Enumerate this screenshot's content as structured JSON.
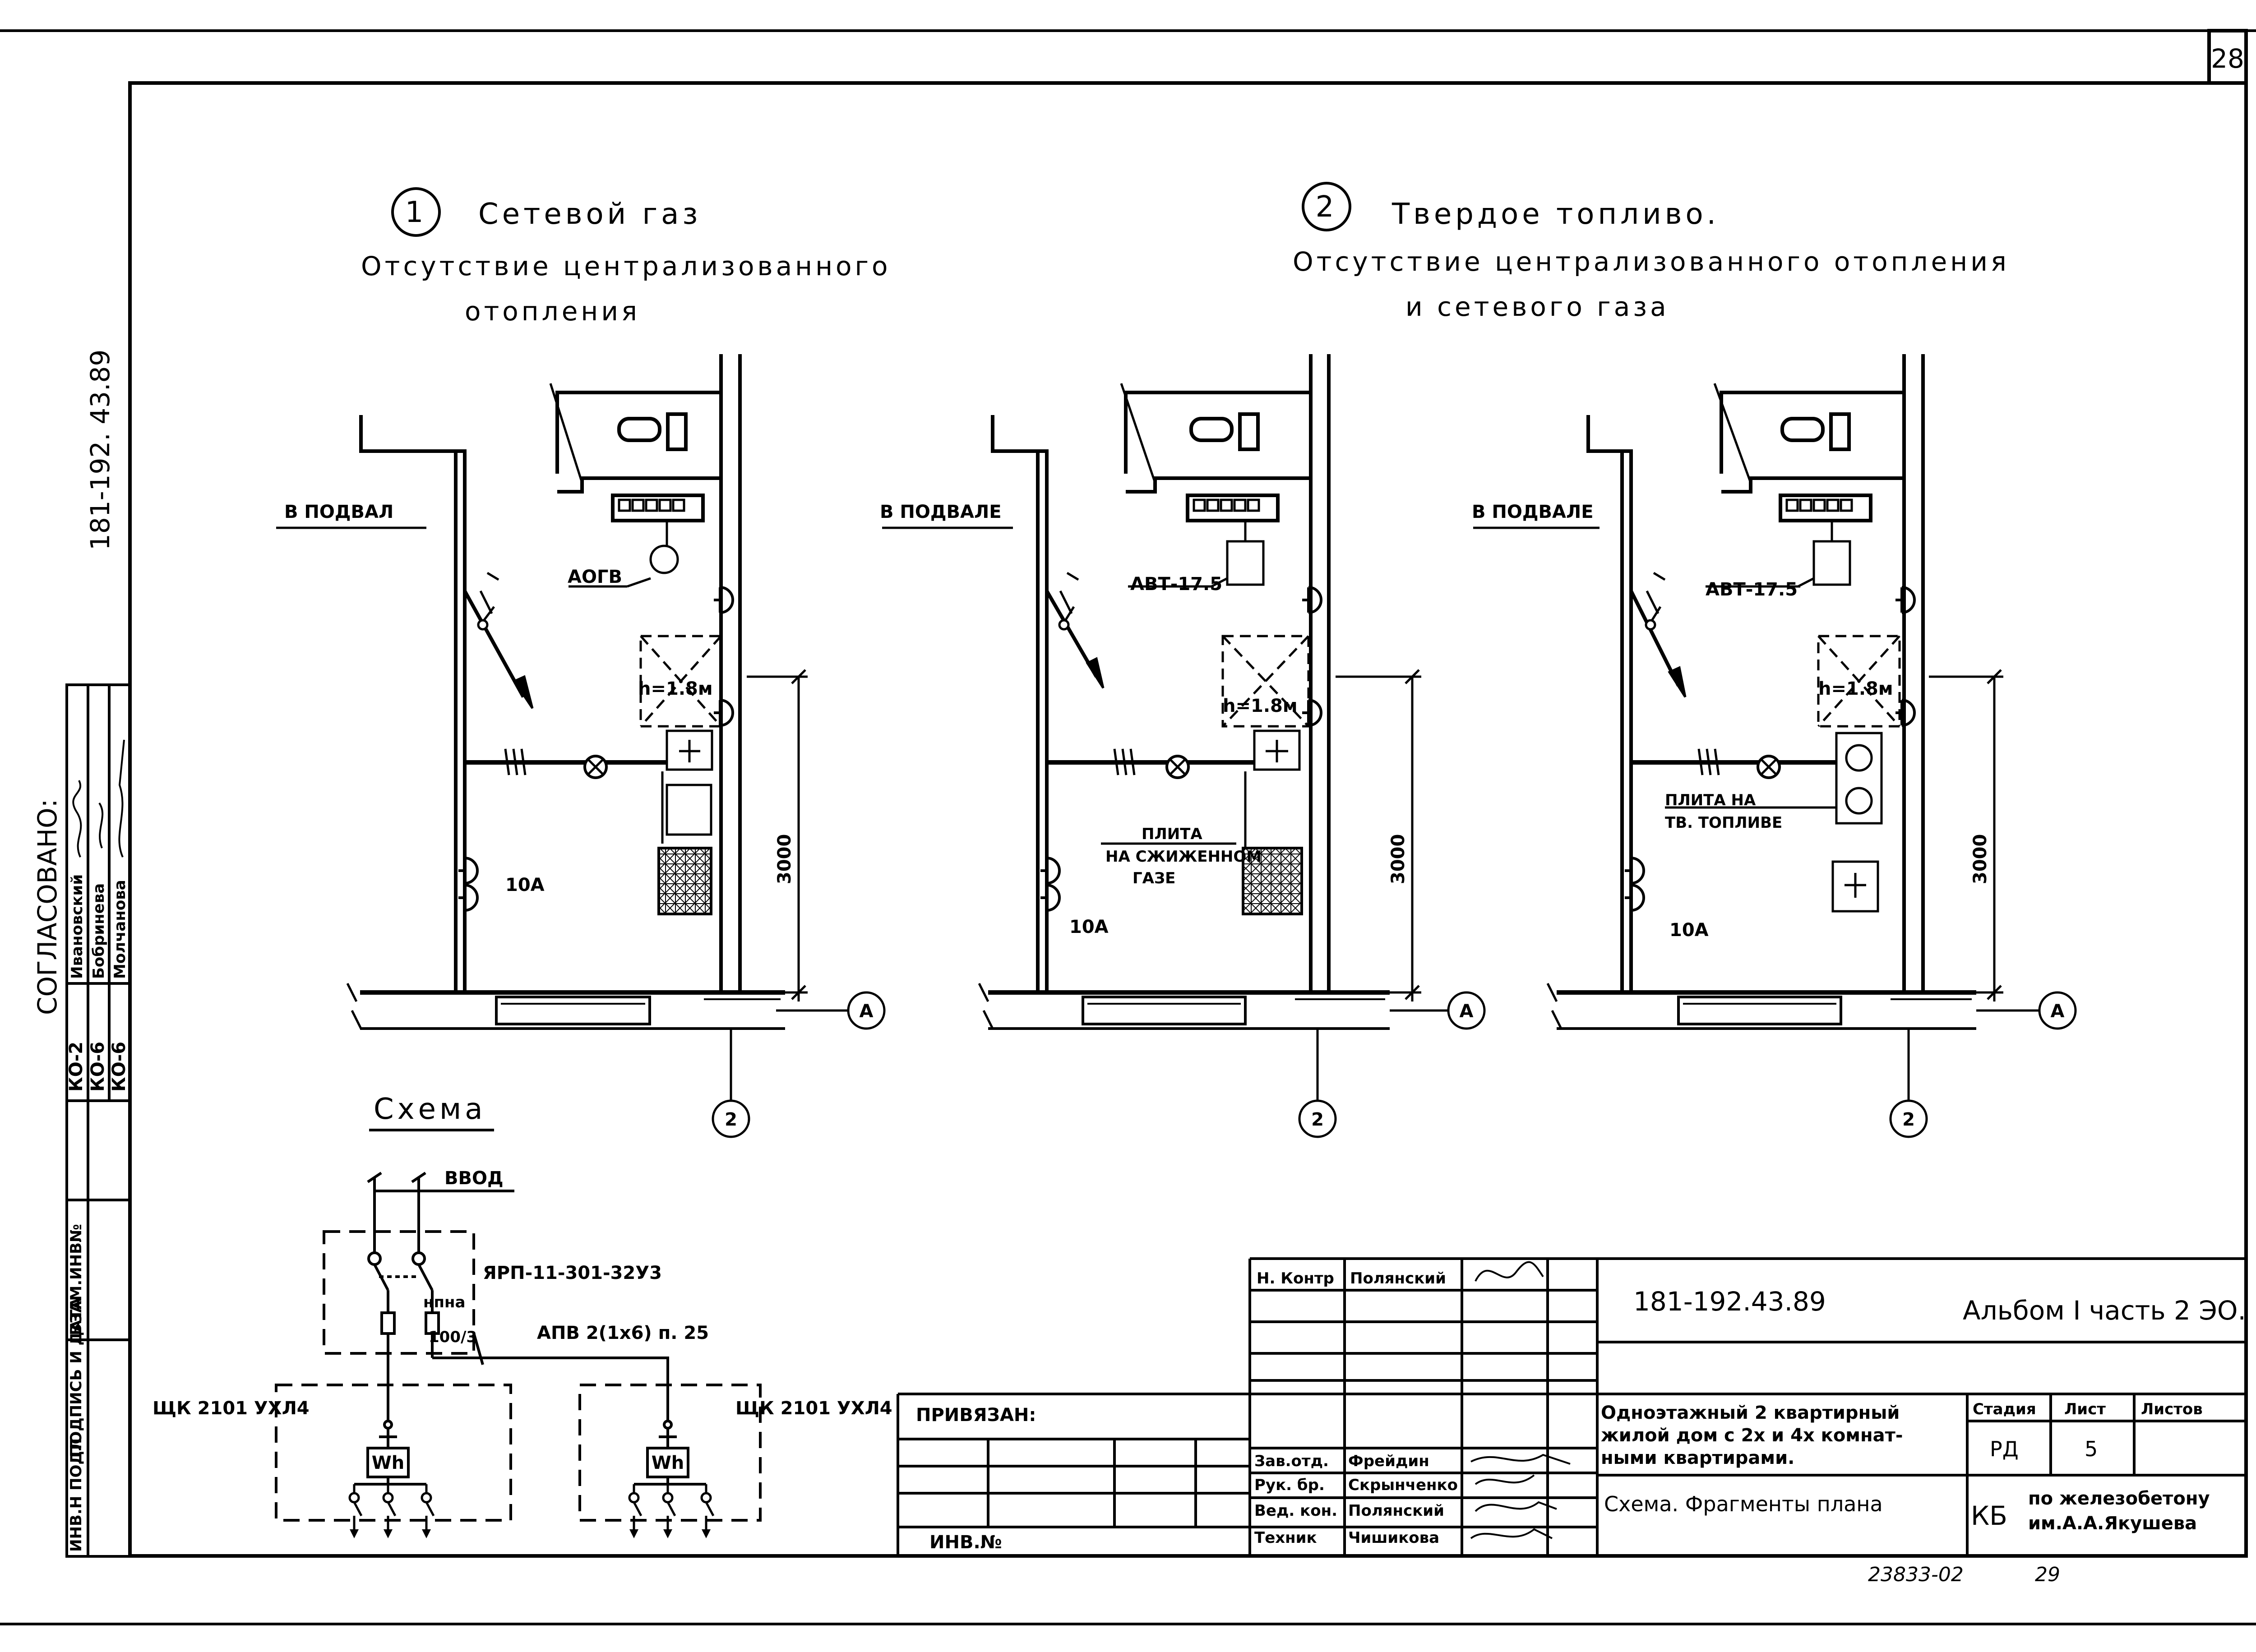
{
  "sheet_number": "28",
  "side_code": "181-192. 43.89",
  "agreed": {
    "title": "СОГЛАСОВАНО:",
    "rows": [
      {
        "dept": "КО-2",
        "name": "Ивановский"
      },
      {
        "dept": "КО-6",
        "name": "Бобринева"
      },
      {
        "dept": "КО-6",
        "name": "Молчанова"
      }
    ]
  },
  "side_stamp": [
    "ИНВ.Н ПОДЛ",
    "ПОДПИСЬ И ДАТА",
    "ВЗАМ.ИНВ№"
  ],
  "variant1": {
    "num": "1",
    "title": "Сетевой газ",
    "sub1": "Отсутствие централизованного",
    "sub2": "отопления"
  },
  "variant2": {
    "num": "2",
    "title": "Твердое топливо.",
    "sub1": "Отсутствие централизованного отопления",
    "sub2": "и сетевого газа"
  },
  "plan1": {
    "basement": "В ПОДВАЛ",
    "device": "АОГВ",
    "height": "h=1.8м",
    "breaker": "10А",
    "dim": "3000",
    "axis_a": "А",
    "axis_2": "2"
  },
  "plan2": {
    "basement": "В ПОДВАЛЕ",
    "device": "АВТ-17.5",
    "height": "h=1.8м",
    "stove": [
      "ПЛИТА",
      "НА СЖИЖЕННОМ",
      "ГАЗЕ"
    ],
    "breaker": "10А",
    "dim": "3000",
    "axis_a": "А",
    "axis_2": "2"
  },
  "plan3": {
    "basement": "В ПОДВАЛЕ",
    "device": "АВТ-17.5",
    "height": "h=1.8м",
    "stove": [
      "ПЛИТА НА",
      "ТВ. ТОПЛИВЕ"
    ],
    "breaker": "10А",
    "dim": "3000",
    "axis_a": "А",
    "axis_2": "2"
  },
  "scheme": {
    "title": "Схема",
    "input": "ВВОД",
    "yarp": "ЯРП-11-301-32У3",
    "fuse": "нпна",
    "fuse_rating": "100/3",
    "cable": "АПВ 2(1х6) п. 25",
    "panel_left": "ЩК 2101 УХЛ4",
    "panel_right": "ЩК 2101 УХЛ4",
    "meter": "Wh"
  },
  "stamp": {
    "privyazan": "ПРИВЯЗАН:",
    "inv": "ИНВ.№",
    "code": "181-192.43.89",
    "album": "Альбом I часть 2 ЭО.",
    "project_title": [
      "Одноэтажный 2 квартирный",
      "жилой дом с 2х и 4х комнат-",
      "ными квартирами."
    ],
    "sheet_title": "Схема. Фрагменты плана",
    "col_stage": "Стадия",
    "col_sheet": "Лист",
    "col_sheets": "Листов",
    "stage": "РД",
    "sheet": "5",
    "org_logo": "КБ",
    "org": [
      "по железобетону",
      "им.А.А.Якушева"
    ],
    "people": [
      {
        "role": "Н. Контр",
        "name": "Полянский"
      },
      {
        "role": "Зав.отд.",
        "name": "Фрейдин"
      },
      {
        "role": "Рук. бр.",
        "name": "Скрынченко"
      },
      {
        "role": "Вед. кон.",
        "name": "Полянский"
      },
      {
        "role": "Техник",
        "name": "Чишикова"
      }
    ]
  },
  "footer": {
    "number": "23833-02",
    "page": "29"
  }
}
